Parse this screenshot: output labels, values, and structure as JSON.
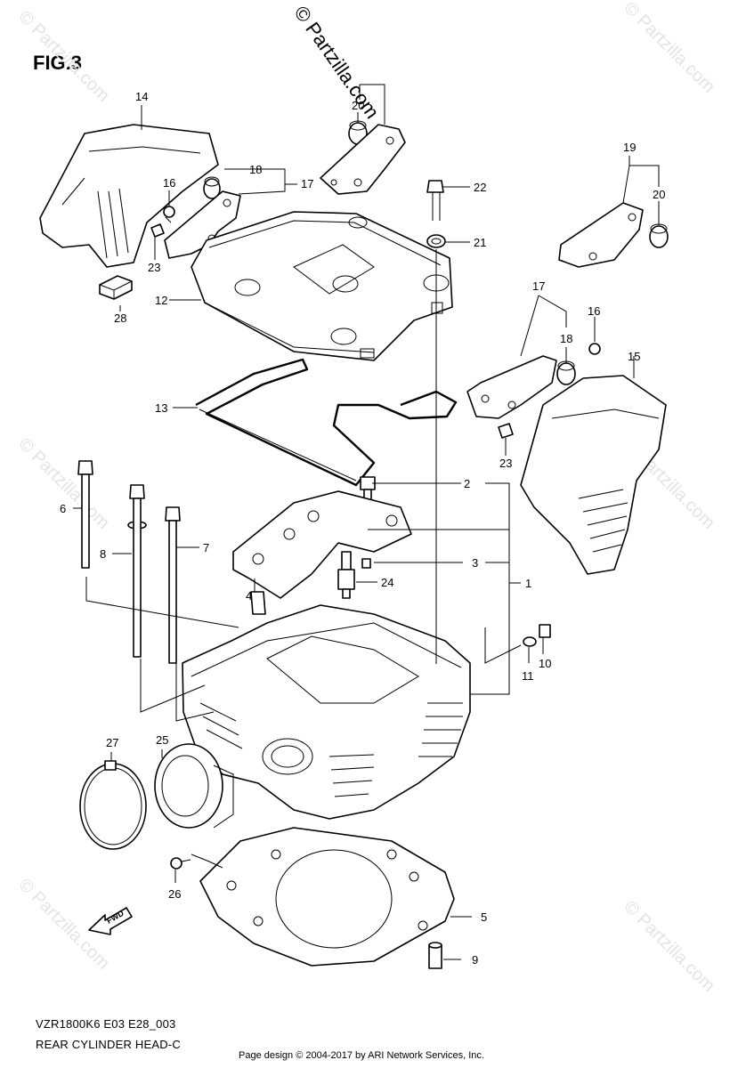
{
  "figure_label": "FIG.3",
  "brand_watermark": "© Partzilla.com",
  "model_code": "VZR1800K6 E03 E28_003",
  "diagram_title": "REAR CYLINDER HEAD-C",
  "credit": "Page design © 2004-2017 by ARI Network Services, Inc.",
  "direction_marker": "FWD",
  "callouts": {
    "c1": "1",
    "c2": "2",
    "c3": "3",
    "c4": "4",
    "c5": "5",
    "c6": "6",
    "c7": "7",
    "c8": "8",
    "c9": "9",
    "c10": "10",
    "c11": "11",
    "c12": "12",
    "c13": "13",
    "c14": "14",
    "c15": "15",
    "c16a": "16",
    "c16b": "16",
    "c17a": "17",
    "c17b": "17",
    "c18a": "18",
    "c18b": "18",
    "c19": "19",
    "c20a": "20",
    "c20b": "20",
    "c21": "21",
    "c22": "22",
    "c23a": "23",
    "c23b": "23",
    "c24": "24",
    "c25": "25",
    "c26": "26",
    "c27": "27",
    "c28": "28"
  },
  "colors": {
    "line": "#000000",
    "background": "#ffffff",
    "watermark": "#e4e4e4"
  }
}
